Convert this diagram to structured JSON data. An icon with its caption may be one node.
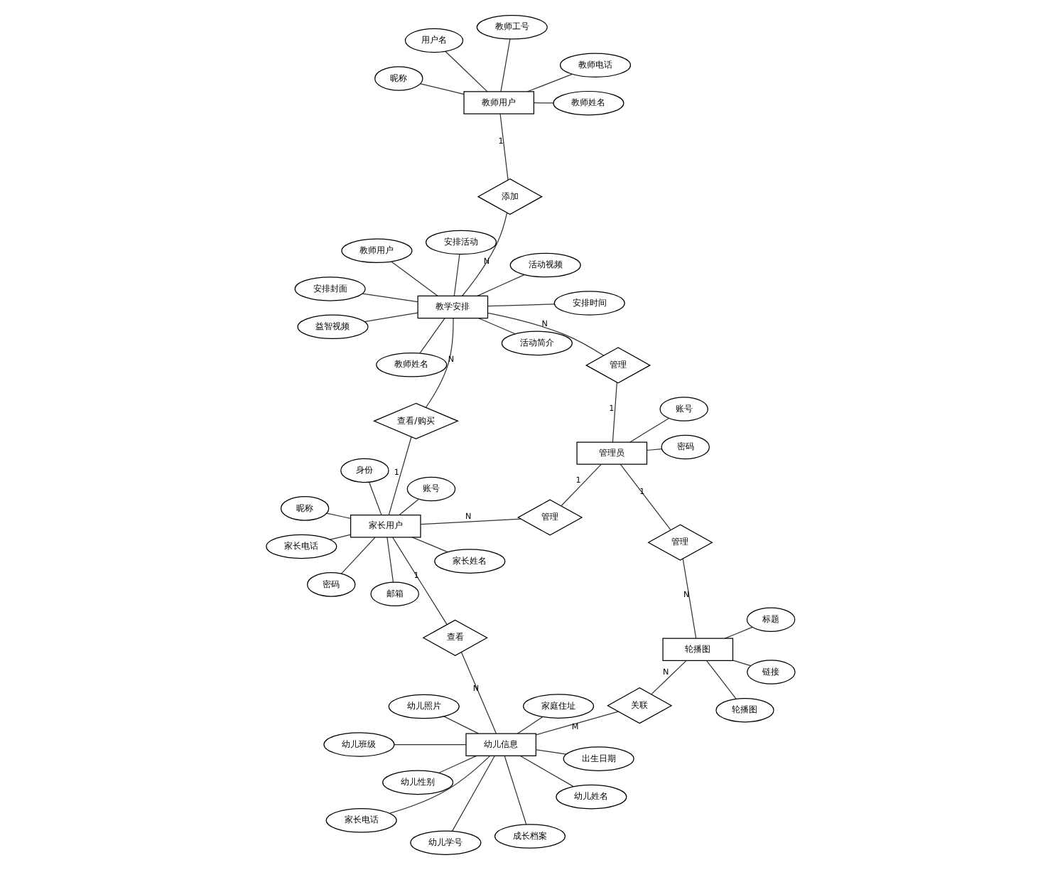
{
  "diagram": {
    "nodes": [
      {
        "text": [
          "轮播图"
        ]
      },
      {
        "text": [
          "标题"
        ]
      },
      {
        "text": [
          "链接"
        ]
      },
      {
        "text": [
          "幼儿照片"
        ]
      },
      {
        "text": [
          "家庭住址"
        ]
      },
      {
        "text": [
          "幼儿性别"
        ]
      },
      {
        "text": [
          "家长电话"
        ]
      },
      {
        "text": [
          "出生日期"
        ]
      },
      {
        "text": [
          "幼儿学号"
        ]
      },
      {
        "text": [
          "幼儿姓名"
        ]
      },
      {
        "text": [
          "成长档案"
        ]
      },
      {
        "text": [
          "幼儿班级"
        ]
      },
      {
        "text": [
          "轮播图"
        ]
      },
      {
        "text": [
          "关联"
        ]
      },
      {
        "text": [
          "幼儿信息"
        ]
      },
      {
        "text": [
          "管理"
        ]
      },
      {
        "text": [
          "查看"
        ]
      },
      {
        "text": [
          "昵称"
        ]
      },
      {
        "text": [
          "家长电话"
        ]
      },
      {
        "text": [
          "管理员"
        ]
      },
      {
        "text": [
          "管理"
        ]
      },
      {
        "text": [
          "家长用户"
        ]
      },
      {
        "text": [
          "家长姓名"
        ]
      },
      {
        "text": [
          "账号"
        ]
      },
      {
        "text": [
          "账号"
        ]
      },
      {
        "text": [
          "密码"
        ]
      },
      {
        "text": [
          "密码"
        ]
      },
      {
        "text": [
          "管理"
        ]
      },
      {
        "text": [
          "查看/购买"
        ]
      },
      {
        "text": [
          "邮箱"
        ]
      },
      {
        "text": [
          "身份"
        ]
      },
      {
        "text": [
          "教学安排"
        ]
      },
      {
        "text": [
          "教师姓名"
        ]
      },
      {
        "text": [
          "教师用户"
        ]
      },
      {
        "text": [
          "安排时间"
        ]
      },
      {
        "text": [
          "活动简介"
        ]
      },
      {
        "text": [
          "安排活动"
        ]
      },
      {
        "text": [
          "活动视频"
        ]
      },
      {
        "text": [
          "安排封面"
        ]
      },
      {
        "text": [
          "益智视频"
        ]
      },
      {
        "text": [
          "添加"
        ]
      },
      {
        "text": [
          "教师用户"
        ]
      },
      {
        "text": [
          "用户名"
        ]
      },
      {
        "text": [
          "教师工号"
        ]
      },
      {
        "text": [
          "教师电话"
        ]
      },
      {
        "text": [
          "昵称"
        ]
      },
      {
        "text": [
          "教师姓名"
        ]
      }
    ],
    "edges": [
      {
        "from": 12,
        "to": 0,
        "arrow": "none"
      },
      {
        "from": 12,
        "to": 1,
        "arrow": "none"
      },
      {
        "from": 12,
        "to": 2,
        "arrow": "none"
      },
      {
        "from": 14,
        "to": 9,
        "arrow": "none"
      },
      {
        "from": 14,
        "to": 7,
        "arrow": "none"
      },
      {
        "from": 14,
        "to": 5,
        "arrow": "none"
      },
      {
        "from": 14,
        "to": 3,
        "arrow": "none"
      },
      {
        "from": 14,
        "to": 4,
        "arrow": "none"
      },
      {
        "from": 14,
        "to": 6,
        "arrow": "none"
      },
      {
        "from": 14,
        "to": 8,
        "arrow": "none"
      },
      {
        "from": 14,
        "to": 10,
        "arrow": "none"
      },
      {
        "from": 14,
        "to": 11,
        "arrow": "none"
      },
      {
        "from": 12,
        "to": 13,
        "label": "N",
        "arrow": "none"
      },
      {
        "from": 13,
        "to": 14,
        "label": "M",
        "arrow": "none"
      },
      {
        "from": 12,
        "to": 15,
        "label": "N",
        "arrow": "none"
      },
      {
        "from": 15,
        "to": 19,
        "label": "1",
        "arrow": "none"
      },
      {
        "from": 14,
        "to": 16,
        "label": "N",
        "arrow": "none"
      },
      {
        "from": 16,
        "to": 21,
        "label": "1",
        "arrow": "none"
      },
      {
        "from": 19,
        "to": 20,
        "label": "1",
        "arrow": "none"
      },
      {
        "from": 20,
        "to": 21,
        "label": "N",
        "arrow": "none"
      },
      {
        "from": 21,
        "to": 17,
        "arrow": "none"
      },
      {
        "from": 21,
        "to": 18,
        "arrow": "none"
      },
      {
        "from": 21,
        "to": 22,
        "arrow": "none"
      },
      {
        "from": 21,
        "to": 23,
        "arrow": "none"
      },
      {
        "from": 21,
        "to": 25,
        "arrow": "none"
      },
      {
        "from": 21,
        "to": 29,
        "arrow": "none"
      },
      {
        "from": 21,
        "to": 30,
        "arrow": "none"
      },
      {
        "from": 19,
        "to": 24,
        "arrow": "none"
      },
      {
        "from": 19,
        "to": 26,
        "arrow": "none"
      },
      {
        "from": 19,
        "to": 27,
        "label": "1",
        "arrow": "none"
      },
      {
        "from": 27,
        "to": 31,
        "label": "N",
        "arrow": "none"
      },
      {
        "from": 21,
        "to": 28,
        "label": "1",
        "arrow": "none"
      },
      {
        "from": 28,
        "to": 31,
        "label": "N",
        "arrow": "none"
      },
      {
        "from": 31,
        "to": 32,
        "arrow": "none"
      },
      {
        "from": 31,
        "to": 34,
        "arrow": "none"
      },
      {
        "from": 31,
        "to": 36,
        "arrow": "none"
      },
      {
        "from": 31,
        "to": 38,
        "arrow": "none"
      },
      {
        "from": 31,
        "to": 33,
        "arrow": "none"
      },
      {
        "from": 31,
        "to": 35,
        "arrow": "none"
      },
      {
        "from": 31,
        "to": 37,
        "arrow": "none"
      },
      {
        "from": 31,
        "to": 39,
        "arrow": "none"
      },
      {
        "from": 31,
        "to": 40,
        "label": "N",
        "arrow": "none"
      },
      {
        "from": 40,
        "to": 41,
        "label": "1",
        "arrow": "none"
      },
      {
        "from": 41,
        "to": 42,
        "arrow": "none"
      },
      {
        "from": 41,
        "to": 45,
        "arrow": "none"
      },
      {
        "from": 41,
        "to": 46,
        "arrow": "none"
      },
      {
        "from": 41,
        "to": 44,
        "arrow": "none"
      },
      {
        "from": 41,
        "to": 43,
        "arrow": "none"
      }
    ]
  }
}
